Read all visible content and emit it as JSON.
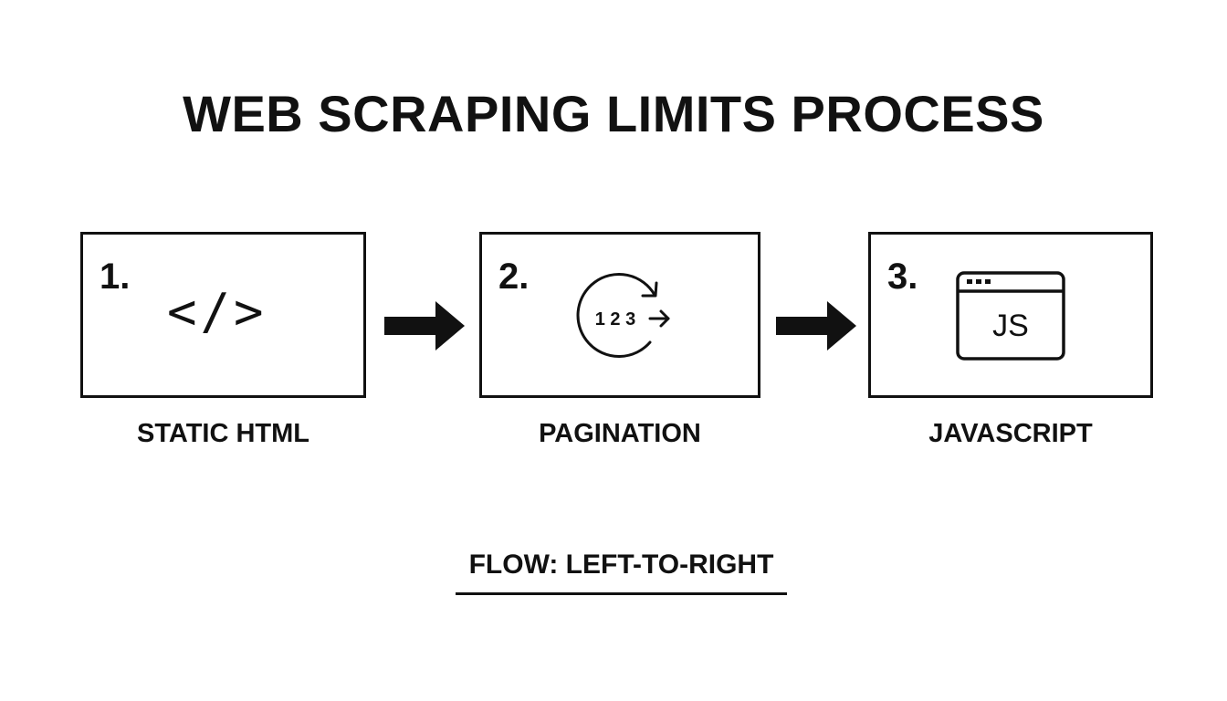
{
  "title": "WEB SCRAPING LIMITS PROCESS",
  "steps": [
    {
      "number": "1.",
      "icon": "code-brackets-icon",
      "icon_text": "</>",
      "label": "STATIC HTML"
    },
    {
      "number": "2.",
      "icon": "pagination-cycle-icon",
      "icon_text": "1 2 3",
      "label": "PAGINATION"
    },
    {
      "number": "3.",
      "icon": "browser-window-js-icon",
      "icon_text": "JS",
      "label": "JAVASCRIPT"
    }
  ],
  "connectors": [
    "right-arrow-icon",
    "right-arrow-icon"
  ],
  "footer": {
    "note": "FLOW: LEFT-TO-RIGHT"
  },
  "colors": {
    "ink": "#111111",
    "background": "#ffffff"
  }
}
